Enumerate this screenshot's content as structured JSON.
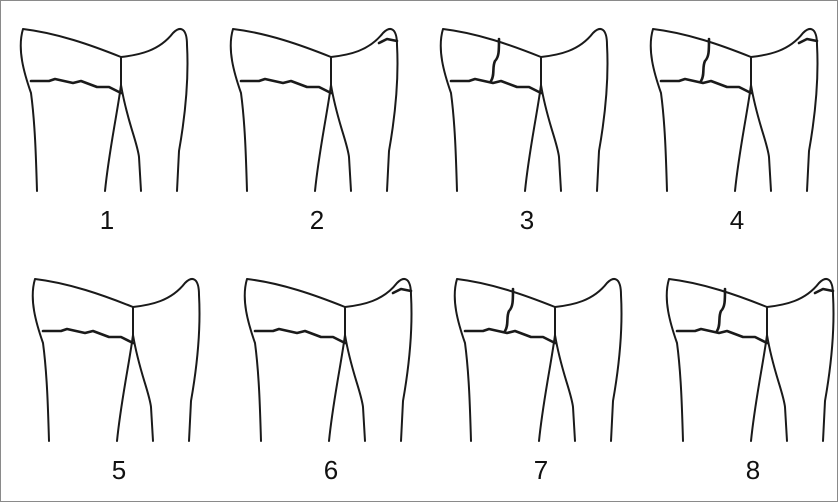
{
  "panels": [
    {
      "label": "1",
      "styloid": false,
      "medial": false
    },
    {
      "label": "2",
      "styloid": true,
      "medial": false
    },
    {
      "label": "3",
      "styloid": false,
      "medial": true
    },
    {
      "label": "4",
      "styloid": true,
      "medial": true
    },
    {
      "label": "5",
      "styloid": false,
      "medial": false
    },
    {
      "label": "6",
      "styloid": true,
      "medial": false
    },
    {
      "label": "7",
      "styloid": false,
      "medial": true
    },
    {
      "label": "8",
      "styloid": true,
      "medial": true
    }
  ],
  "colors": {
    "line": "#1a1a1a",
    "border": "#8a8a8a",
    "background": "#ffffff"
  }
}
